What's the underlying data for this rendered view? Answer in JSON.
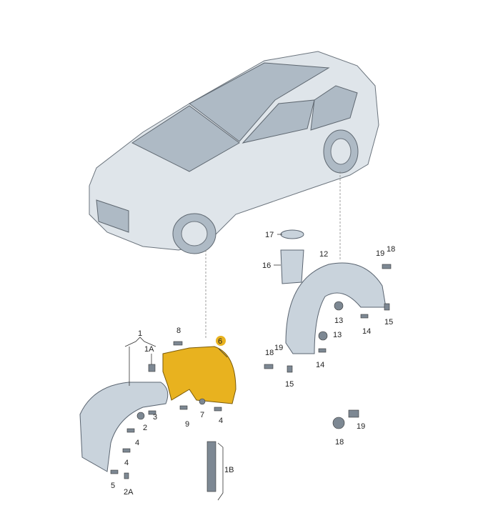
{
  "labels": {
    "p1": "1",
    "p1a": "1A",
    "p1b": "1B",
    "p2": "2",
    "p2a": "2A",
    "p3": "3",
    "p4a": "4",
    "p4b": "4",
    "p4c": "4",
    "p5": "5",
    "p6": "6",
    "p7": "7",
    "p8": "8",
    "p9": "9",
    "p12": "12",
    "p13a": "13",
    "p13b": "13",
    "p14a": "14",
    "p14b": "14",
    "p15a": "15",
    "p15b": "15",
    "p16": "16",
    "p17": "17",
    "p18a": "18",
    "p18b": "18",
    "p18c": "18",
    "p19a": "19",
    "p19b": "19",
    "p19c": "19"
  },
  "colors": {
    "highlight": "#e8b21f",
    "part": "#c9d3dc"
  }
}
